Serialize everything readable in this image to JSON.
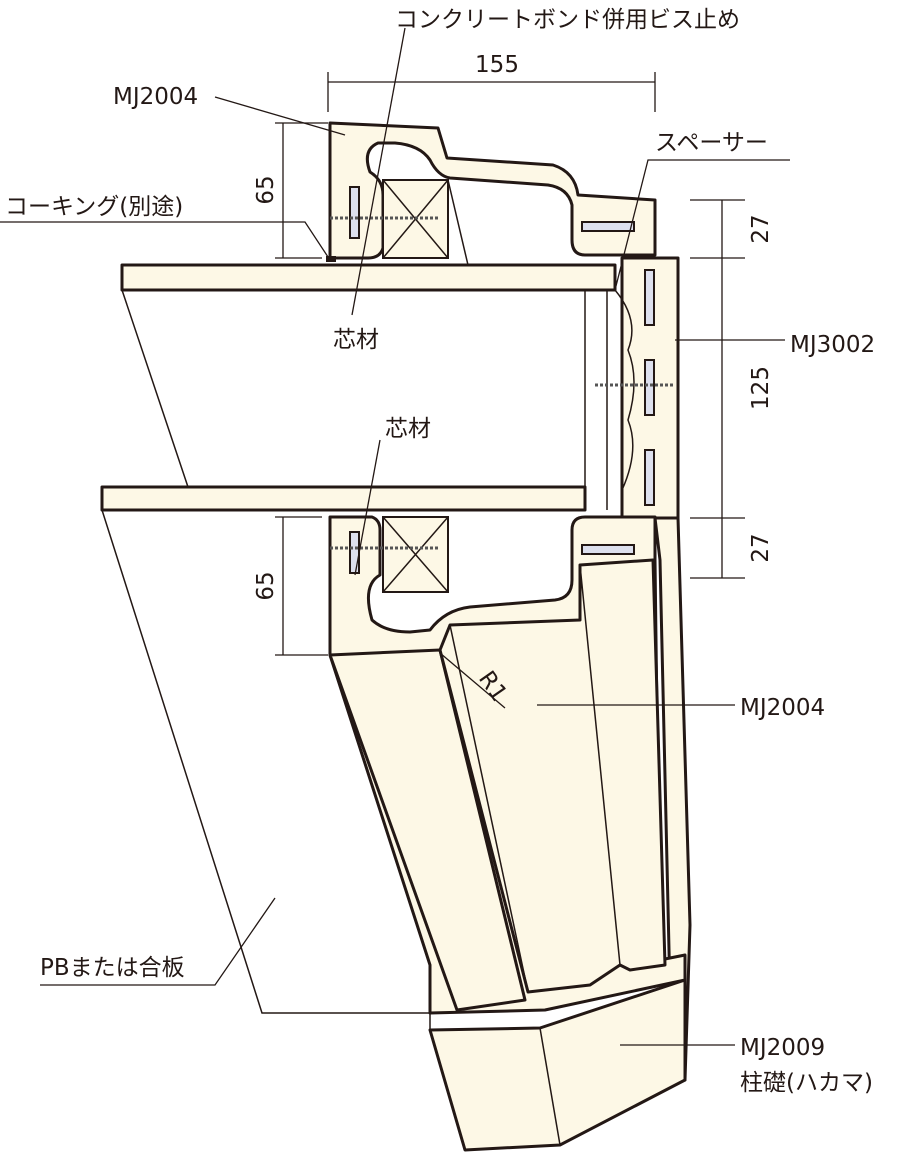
{
  "labels": {
    "screw_note": "コンクリートボンド併用ビス止め",
    "mj2004_top": "MJ2004",
    "caulking": "コーキング(別途)",
    "spacer": "スペーサー",
    "core_upper": "芯材",
    "core_lower": "芯材",
    "mj3002": "MJ3002",
    "r1": "R1",
    "mj2004_bottom": "MJ2004",
    "pb": "PBまたは合板",
    "mj2009": "MJ2009",
    "hakama": "柱礎(ハカマ)"
  },
  "dimensions": {
    "width_top": "155",
    "height_top": "65",
    "height_bottom": "65",
    "right_top": "27",
    "right_mid": "125",
    "right_bottom": "27"
  },
  "colors": {
    "fill": "#fdf8e6",
    "line": "#231815"
  }
}
